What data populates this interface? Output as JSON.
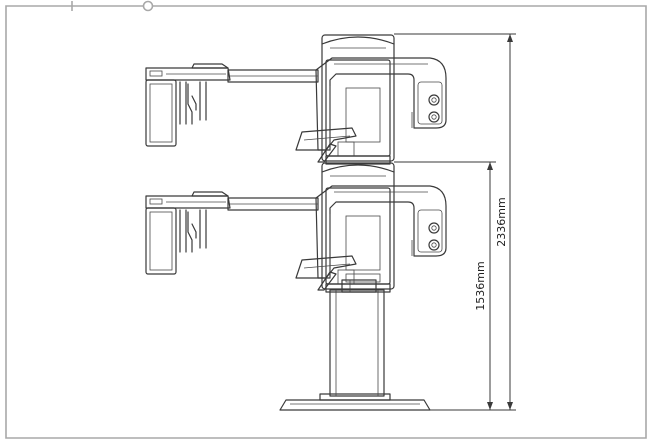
{
  "dimensions": {
    "max_height": {
      "value": 2336,
      "unit": "mm",
      "label": "2336mm"
    },
    "min_height": {
      "value": 1536,
      "unit": "mm",
      "label": "1536mm"
    }
  },
  "colors": {
    "line": "#3a3a3a",
    "frame": "#a8a8a8",
    "background": "#ffffff"
  },
  "icons": [
    "frame-corner-tab-icon",
    "frame-corner-circle-icon",
    "control-knob-icon"
  ]
}
